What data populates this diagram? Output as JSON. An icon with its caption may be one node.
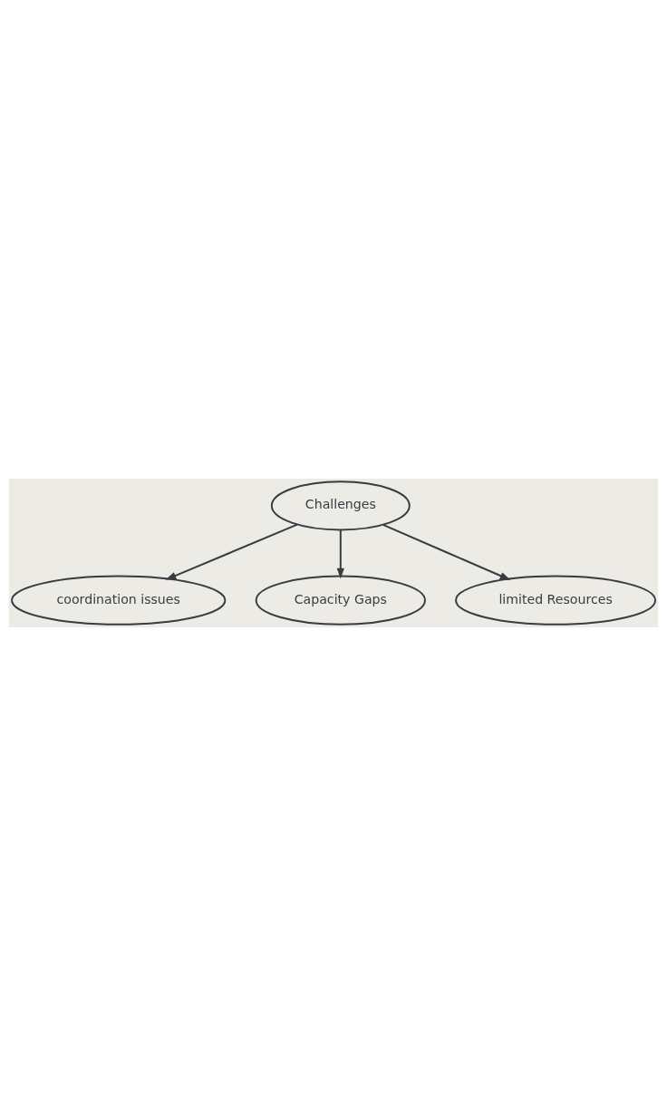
{
  "diagram": {
    "nodes": [
      {
        "text": [
          "Challenges"
        ]
      },
      {
        "text": [
          "coordination issues"
        ]
      },
      {
        "text": [
          "Capacity Gaps"
        ]
      },
      {
        "text": [
          "limited Resources"
        ]
      }
    ],
    "edges": [
      {
        "from": 0,
        "to": 1,
        "arrow": "to"
      },
      {
        "from": 0,
        "to": 2,
        "arrow": "to"
      },
      {
        "from": 0,
        "to": 3,
        "arrow": "to"
      }
    ]
  }
}
